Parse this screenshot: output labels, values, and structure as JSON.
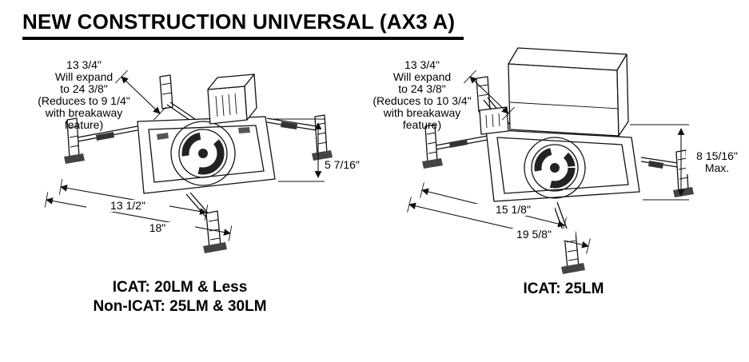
{
  "title": "NEW CONSTRUCTION UNIVERSAL (AX3 A)",
  "left_fixture": {
    "expand_note": [
      "13 3/4\"",
      "Will expand",
      "to 24 3/8\"",
      "(Reduces to 9 1/4\"",
      "with breakaway",
      "feature)"
    ],
    "height_dim": "5 7/16\"",
    "pan_width_dim": "13 1/2\"",
    "overall_width_dim": "18\"",
    "caption_line1": "ICAT: 20LM & Less",
    "caption_line2": "Non-ICAT: 25LM & 30LM"
  },
  "right_fixture": {
    "expand_note": [
      "13 3/4\"",
      "Will expand",
      "to 24 3/8\"",
      "(Reduces to 10 3/4\"",
      "with breakaway",
      "feature)"
    ],
    "height_dim": "8 15/16\"",
    "height_dim_note": "Max.",
    "pan_width_dim": "15 1/8\"",
    "overall_width_dim": "19 5/8\"",
    "caption_line1": "ICAT: 25LM"
  },
  "colors": {
    "line": "#111111",
    "dark_fill": "#333333",
    "foot_fill": "#444444"
  }
}
